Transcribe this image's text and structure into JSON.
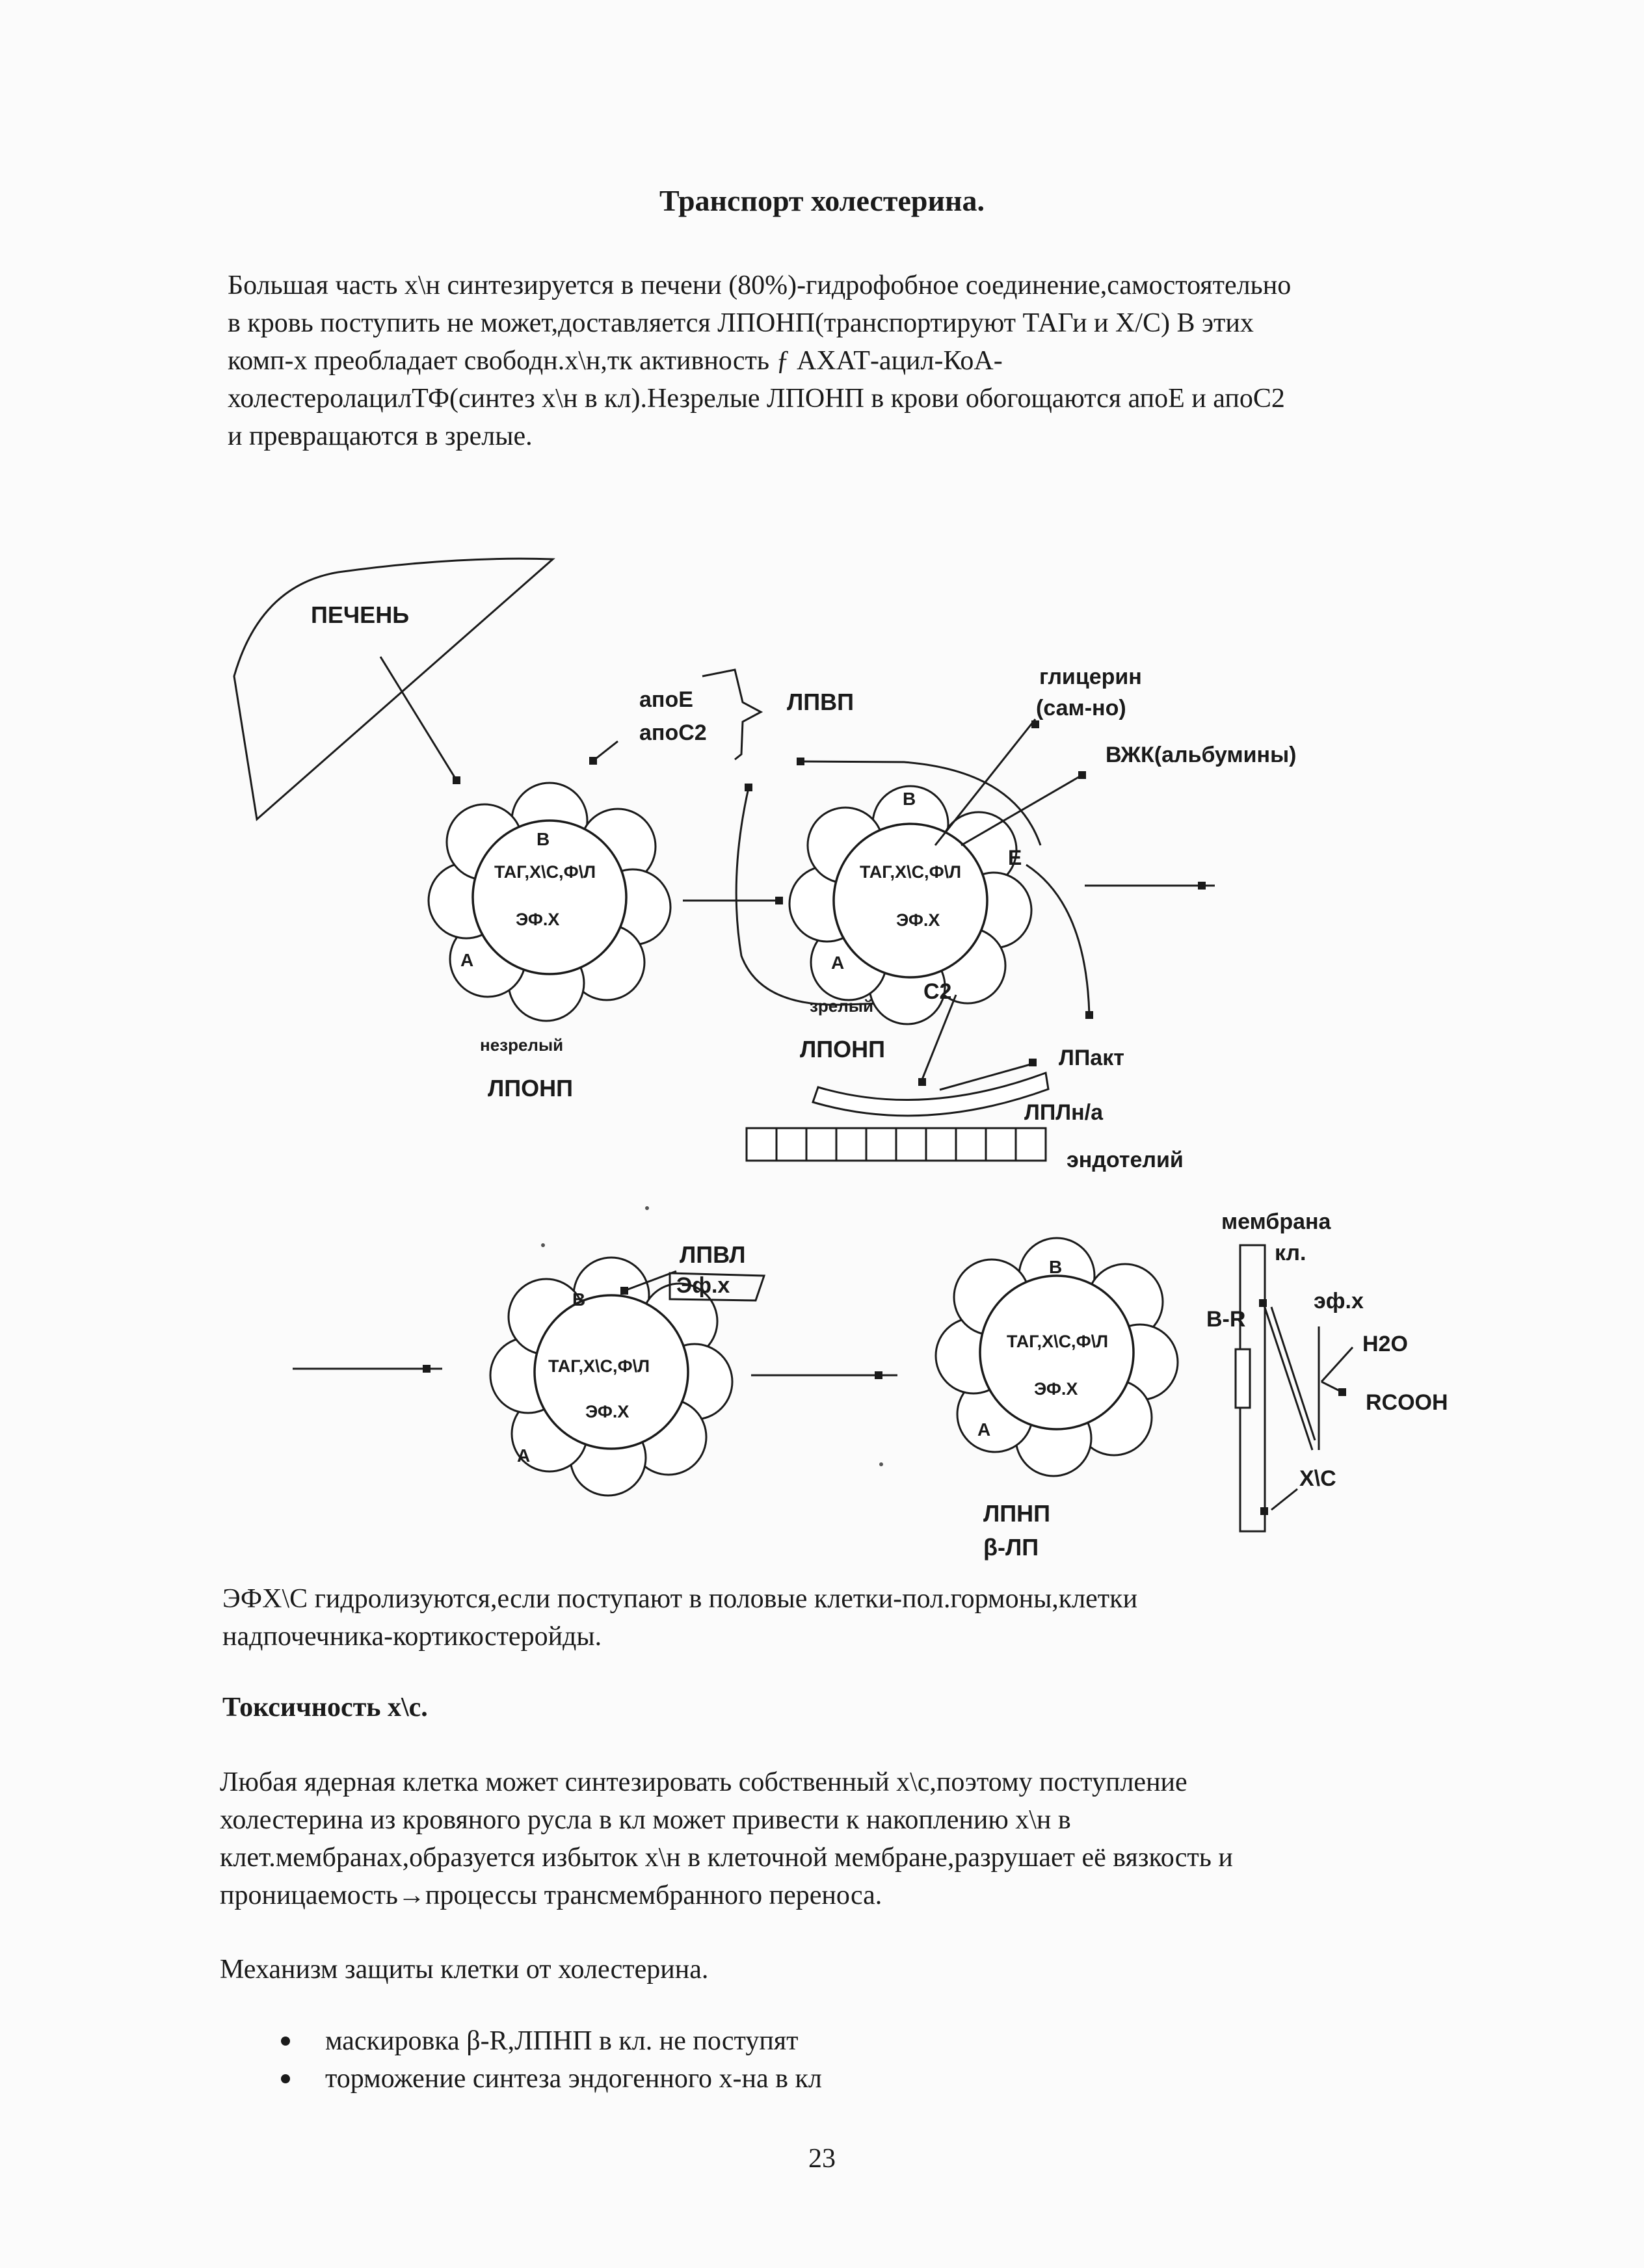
{
  "title": "Транспорт холестерина.",
  "intro_lines": [
    "Большая часть х\\н синтезируется в печени (80%)-гидрофобное соединение,самостоятельно",
    "в кровь поступить не может,доставляется ЛПОНП(транспортируют ТАГи и Х/С) В этих",
    "комп-х преобладает свободн.х\\н,тк активность ƒ АХАТ-ацил-КоА-",
    "холестеролацилТФ(синтез х\\н в кл).Незрелые ЛПОНП в крови обогощаются апоЕ и апоС2",
    "и превращаются в зрелые."
  ],
  "diagram": {
    "liver_label": "ПЕЧЕНЬ",
    "core_text": "ТАГ,Х\\С,Ф\\Л",
    "core_text2": "ЭФ.Х",
    "apo_b": "В",
    "apo_a": "А",
    "apo_e_mark": "Е",
    "apo_c2_mark": "С2",
    "immature_label": "незрелый",
    "immature_name": "ЛПОНП",
    "mature_label": "зрелый",
    "mature_name": "ЛПОНП",
    "apoE": "апоЕ",
    "apoC2": "апоС2",
    "hdl": "ЛПВП",
    "glycerol": "глицерин",
    "glycerol_note": "(сам-но)",
    "ffa": "ВЖК(альбумины)",
    "lpl_act": "ЛПакт",
    "lpl_na": "ЛПЛн/а",
    "endothelium": "эндотелий",
    "idl": "ЛПВЛ",
    "idl_ester": "Эф.х",
    "ldl_name": "ЛПНП",
    "ldl_alt": "β-ЛП",
    "membrane": "мембрана",
    "membrane2": "кл.",
    "receptor": "В-R",
    "ester": "эф.х",
    "water": "Н2О",
    "rcooh": "RCOOH",
    "chol": "Х\\С"
  },
  "para2_lines": [
    "ЭФХ\\С гидролизуются,если поступают в половые клетки-пол.гормоны,клетки",
    "надпочечника-кортикостеройды."
  ],
  "toxicity_heading": "Токсичность х\\с.",
  "para3_lines": [
    "Любая ядерная клетка может синтезировать собственный х\\с,поэтому поступление",
    "холестерина из кровяного русла в кл может привести к накоплению х\\н в",
    "клет.мембранах,образуется избыток х\\н в клеточной мембране,разрушает её вязкость и",
    "проницаемость→процессы трансмембранного переноса."
  ],
  "para4": "Механизм защиты клетки от холестерина.",
  "bullets": [
    "маскировка β-R,ЛПНП в кл. не поступят",
    "торможение синтеза эндогенного х-на в кл"
  ],
  "page_number": "23"
}
